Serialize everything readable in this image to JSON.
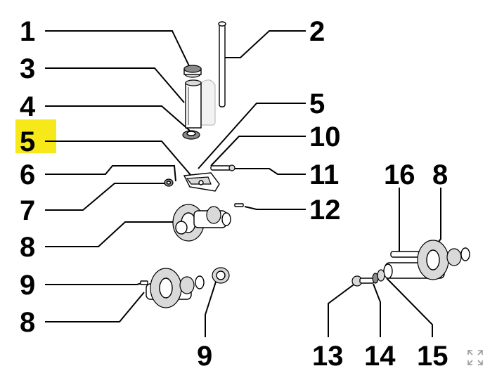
{
  "callouts": [
    "1",
    "2",
    "3",
    "4",
    "5",
    "5",
    "6",
    "7",
    "8",
    "9",
    "8",
    "9",
    "10",
    "11",
    "12",
    "13",
    "14",
    "15",
    "16",
    "8"
  ],
  "highlight_color": "#f7e81a",
  "icons": {
    "expand": "expand-icon"
  }
}
